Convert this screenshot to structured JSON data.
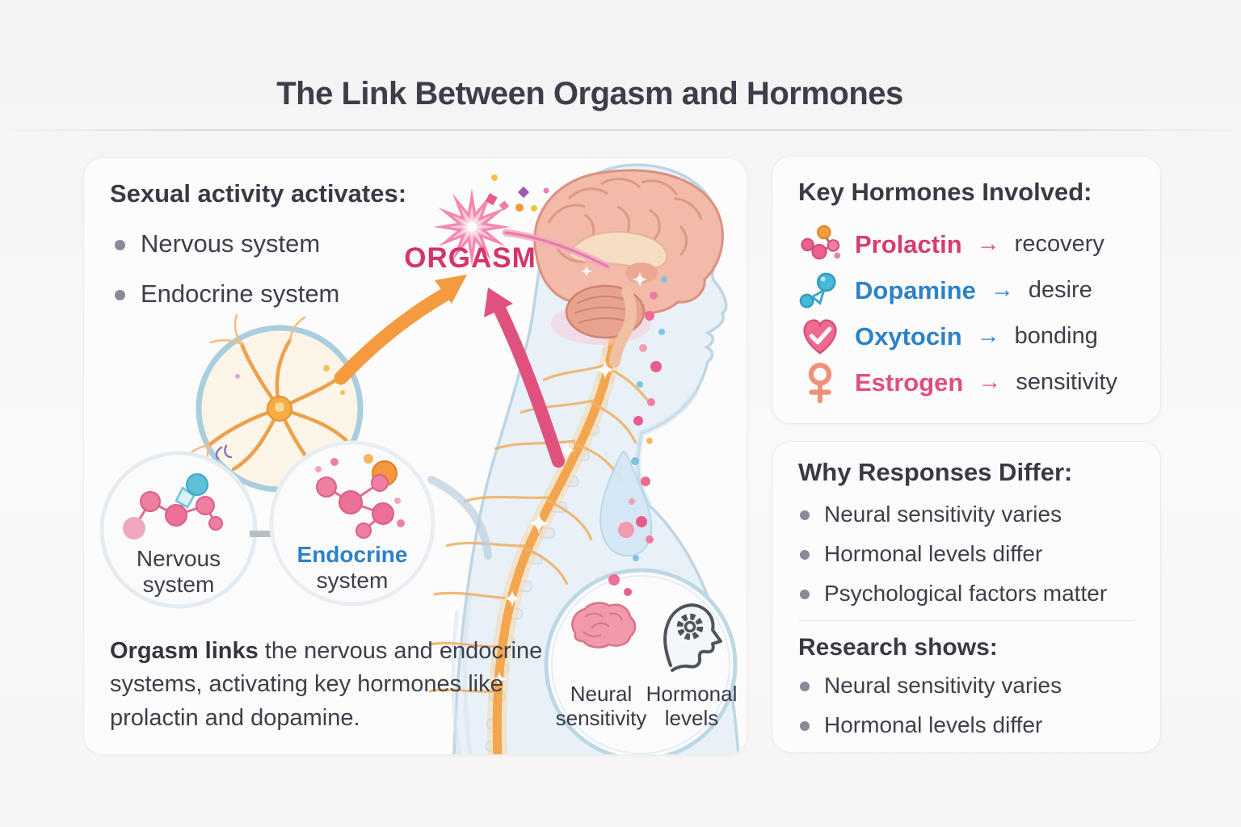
{
  "title": "The Link Between Orgasm and Hormones",
  "colors": {
    "accent_pink": "#d6336c",
    "accent_blue": "#2c82c9",
    "accent_orange": "#f49a3f",
    "text_dark": "#3f3e4a"
  },
  "left_panel": {
    "heading": "Sexual activity activates:",
    "bullets": [
      "Nervous system",
      "Endocrine system"
    ],
    "orgasm_label": "ORGASM",
    "nervous_bubble": {
      "line1": "Nervous",
      "line2": "system"
    },
    "endocrine_bubble": {
      "line1": "Endocrine",
      "line2": "system"
    },
    "outcome_circle": {
      "left_line1": "Neural",
      "left_line2": "sensitivity",
      "right_line1": "Hormonal",
      "right_line2": "levels"
    },
    "footer_bold": "Orgasm links",
    "footer_rest": " the nervous and endocrine systems, activating key hormones like prolactin and dopamine."
  },
  "hormones_card": {
    "heading": "Key Hormones Involved:",
    "arrow_glyph": "→",
    "items": [
      {
        "name": "Prolactin",
        "effect": "recovery",
        "color": "#d63b72",
        "icon": "molecule-pink-orange-icon"
      },
      {
        "name": "Dopamine",
        "effect": "desire",
        "color": "#2c82c9",
        "icon": "molecule-blue-icon"
      },
      {
        "name": "Oxytocin",
        "effect": "bonding",
        "color": "#2c82c9",
        "icon": "heart-check-icon"
      },
      {
        "name": "Estrogen",
        "effect": "sensitivity",
        "color": "#e14e7d",
        "icon": "female-symbol-icon"
      }
    ]
  },
  "responses_card": {
    "heading": "Why Responses Differ:",
    "bullets": [
      "Neural sensitivity varies",
      "Hormonal levels differ",
      "Psychological factors matter"
    ],
    "research_heading": "Research shows:",
    "research_bullets": [
      "Neural sensitivity varies",
      "Hormonal levels differ"
    ]
  }
}
